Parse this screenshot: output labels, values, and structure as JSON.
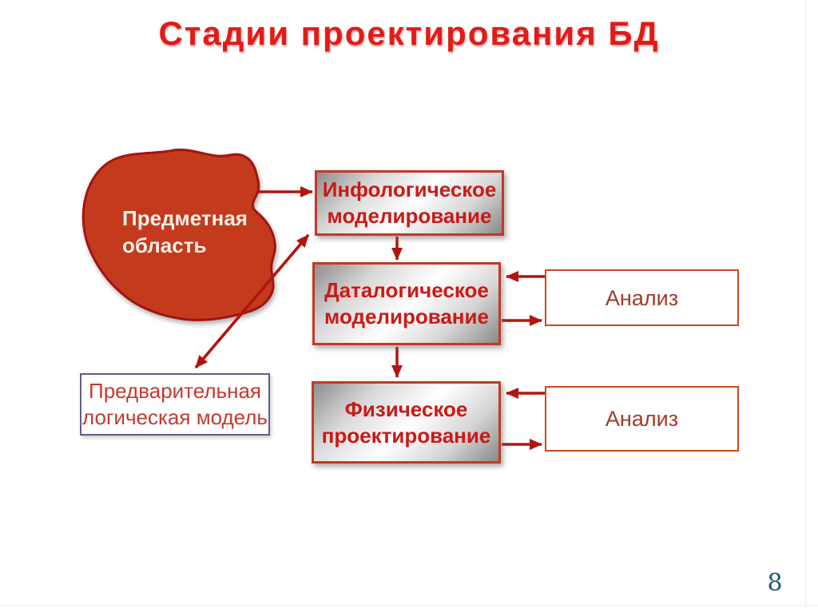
{
  "slide": {
    "title": "Стадии проектирования БД",
    "page_number": "8"
  },
  "diagram": {
    "subject_area": {
      "line1": "Предметная",
      "line2": "область"
    },
    "stages": [
      {
        "name": "infological-modeling",
        "line1": "Инфологическое",
        "line2": "моделирование"
      },
      {
        "name": "datalogical-modeling",
        "line1": "Даталогическое",
        "line2": "моделирование"
      },
      {
        "name": "physical-design",
        "line1": "Физическое",
        "line2": "проектирование"
      }
    ],
    "analysis": [
      {
        "label": "Анализ"
      },
      {
        "label": "Анализ"
      }
    ],
    "preliminary_model": {
      "line1": "Предварительная",
      "line2": "логическая модель"
    }
  },
  "colors": {
    "title_red": "#e31b17",
    "blob_fill": "#c43a1c",
    "blob_stroke": "#a31410",
    "arrow_red": "#b21511",
    "stage_border": "#c23a24",
    "stage_text": "#cb1a16",
    "analysis_border": "#c84b20",
    "analysis_text": "#a03b2b",
    "preliminary_border": "#5e5e8c",
    "preliminary_text": "#c33b2e",
    "page_number_teal": "#1d5b6d"
  }
}
